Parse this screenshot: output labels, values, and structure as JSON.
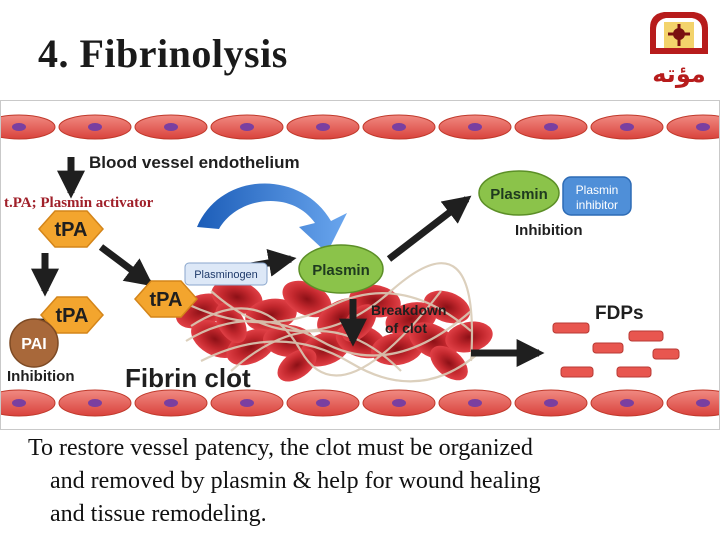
{
  "slide": {
    "title": "4. Fibrinolysis",
    "logo_text": "مؤته"
  },
  "diagram": {
    "tpa_note": "t.PA; Plasmin activator",
    "endothelium_label": "Blood vessel endothelium",
    "tpa_label": "tPA",
    "pai_label": "PAI",
    "pai_inhibition_label": "Inhibition",
    "plasminogen_label": "Plasminogen",
    "plasmin_label": "Plasmin",
    "plasmin_inhibitor_line1": "Plasmin",
    "plasmin_inhibitor_line2": "inhibitor",
    "inhibition_label": "Inhibition",
    "breakdown_line1": "Breakdown",
    "breakdown_line2": "of clot",
    "fdps_label": "FDPs",
    "fibrin_clot_label": "Fibrin clot"
  },
  "caption": {
    "line1": "To restore vessel patency, the clot must be organized",
    "line2": "and removed by plasmin & help for wound healing",
    "line3": "and tissue remodeling."
  },
  "colors": {
    "endothelium": "#e8564f",
    "nucleus": "#7a3fa0",
    "tpa": "#f3a52e",
    "plasmin": "#8bc34a",
    "plasmin_inhibitor": "#4f8fd8",
    "pai": "#a8683a",
    "rbc": "#c2272d",
    "arrow": "#1f1f1f",
    "curved_arrow": "#2f6fd0"
  }
}
